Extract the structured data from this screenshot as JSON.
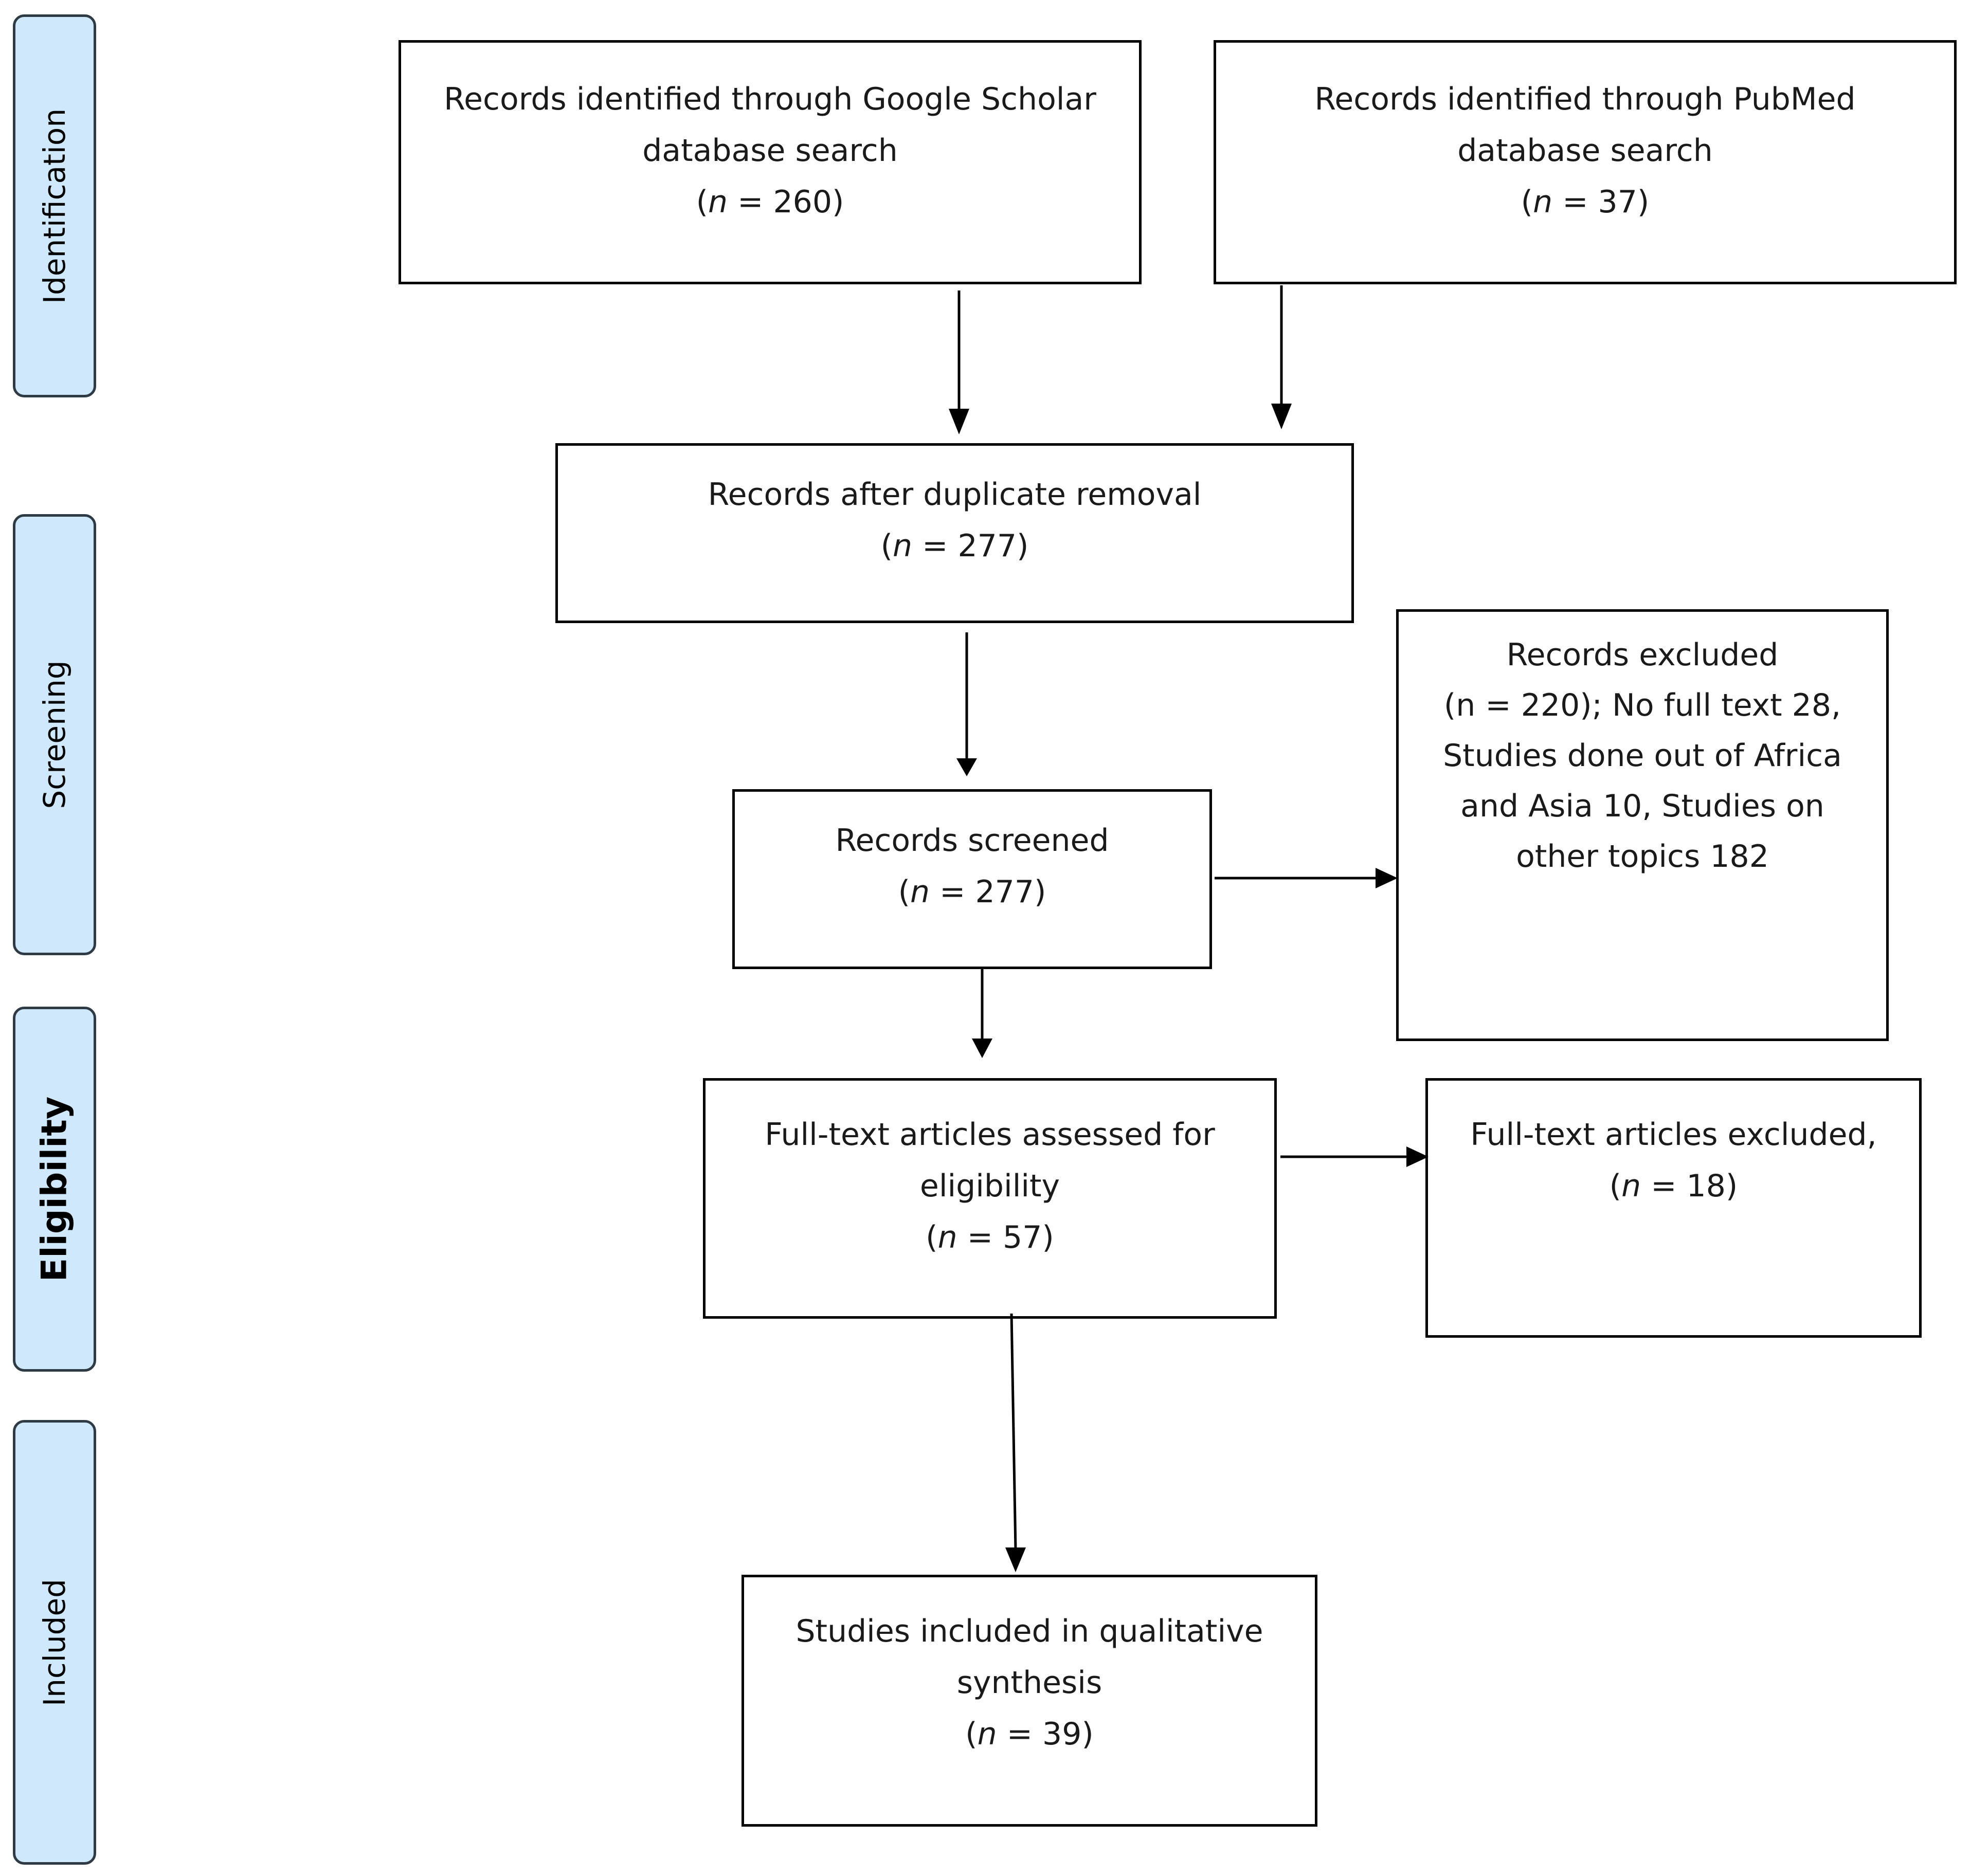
{
  "stages": [
    {
      "id": "identification",
      "label": "Identification"
    },
    {
      "id": "screening",
      "label": "Screening"
    },
    {
      "id": "eligibility",
      "label": "Eligibility"
    },
    {
      "id": "included",
      "label": "Included"
    }
  ],
  "boxes": {
    "google_scholar": {
      "line1": "Records identified through Google Scholar",
      "line2": "database search",
      "n_pre": "(",
      "n_var": "n",
      "n_post": " = 260)"
    },
    "pubmed": {
      "line1": "Records identified through PubMed",
      "line2": "database search",
      "n_pre": "(",
      "n_var": "n",
      "n_post": " = 37)"
    },
    "duplicates_removed": {
      "line1": "Records after duplicate removal",
      "n_pre": "(",
      "n_var": "n",
      "n_post": " = 277)"
    },
    "screened": {
      "line1": "Records screened",
      "n_pre": "(",
      "n_var": "n",
      "n_post": " = 277)"
    },
    "records_excluded": {
      "lines": [
        "Records excluded",
        "(n = 220); No full text 28,",
        "Studies done out of Africa",
        "and Asia 10, Studies on",
        "other topics 182"
      ]
    },
    "fulltext_assessed": {
      "line1": "Full-text articles assessed for",
      "line2": "eligibility",
      "n_pre": "(",
      "n_var": "n",
      "n_post": " = 57)"
    },
    "fulltext_excluded": {
      "line1": "Full-text articles excluded,",
      "n_pre": "(",
      "n_var": "n",
      "n_post": " = 18)"
    },
    "included_studies": {
      "line1": "Studies included in qualitative",
      "line2": "synthesis",
      "n_pre": "(",
      "n_var": "n",
      "n_post": " = 39)"
    }
  },
  "colors": {
    "stage_fill": "#cfe8fb",
    "stage_border": "#2f3b44",
    "box_border": "#000000",
    "arrow": "#000000"
  }
}
